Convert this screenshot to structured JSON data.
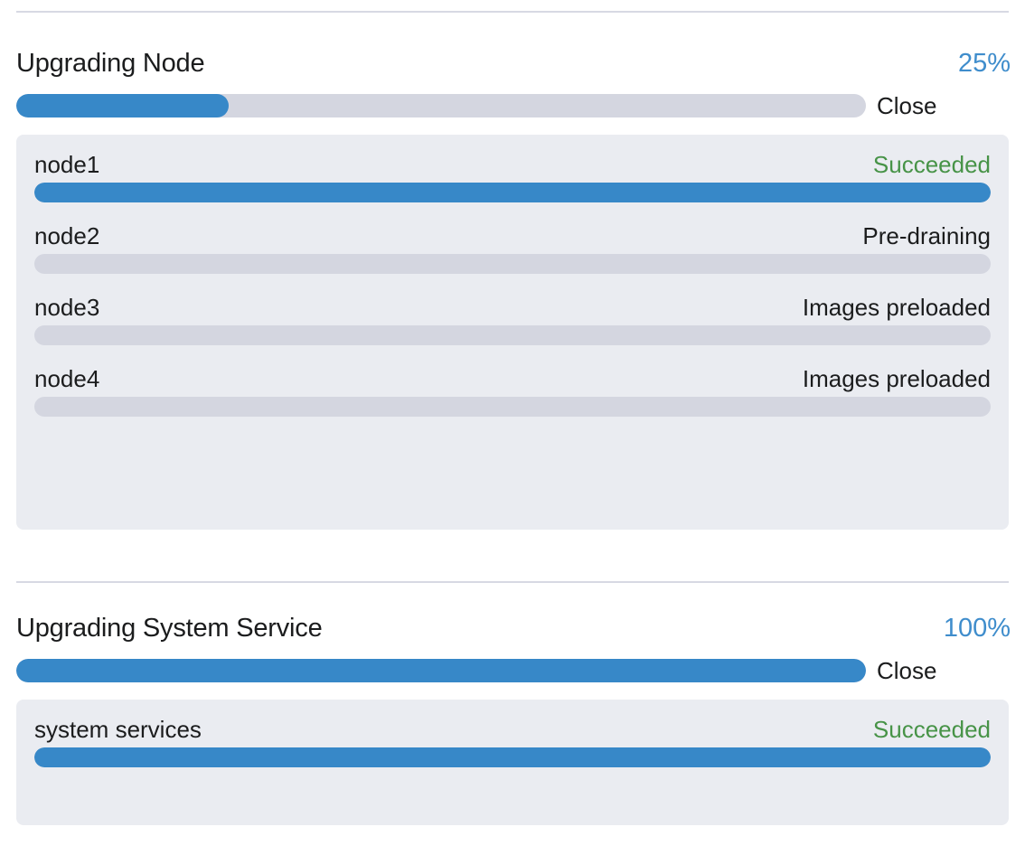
{
  "accent_color": "#3788c8",
  "percent_color": "#3f8dcc",
  "success_color": "#479347",
  "track_color": "#d4d6e0",
  "card_background": "#eaecf1",
  "divider_color": "#d7d9e3",
  "sections": [
    {
      "title": "Upgrading Node",
      "percent_label": "25%",
      "percent_value": 25,
      "close_label": "Close",
      "items": [
        {
          "name": "node1",
          "status": "Succeeded",
          "status_kind": "success",
          "percent_value": 100
        },
        {
          "name": "node2",
          "status": "Pre-draining",
          "status_kind": "default",
          "percent_value": 0
        },
        {
          "name": "node3",
          "status": "Images preloaded",
          "status_kind": "default",
          "percent_value": 0
        },
        {
          "name": "node4",
          "status": "Images preloaded",
          "status_kind": "default",
          "percent_value": 0
        }
      ]
    },
    {
      "title": "Upgrading System Service",
      "percent_label": "100%",
      "percent_value": 100,
      "close_label": "Close",
      "items": [
        {
          "name": "system services",
          "status": "Succeeded",
          "status_kind": "success",
          "percent_value": 100
        }
      ]
    }
  ]
}
